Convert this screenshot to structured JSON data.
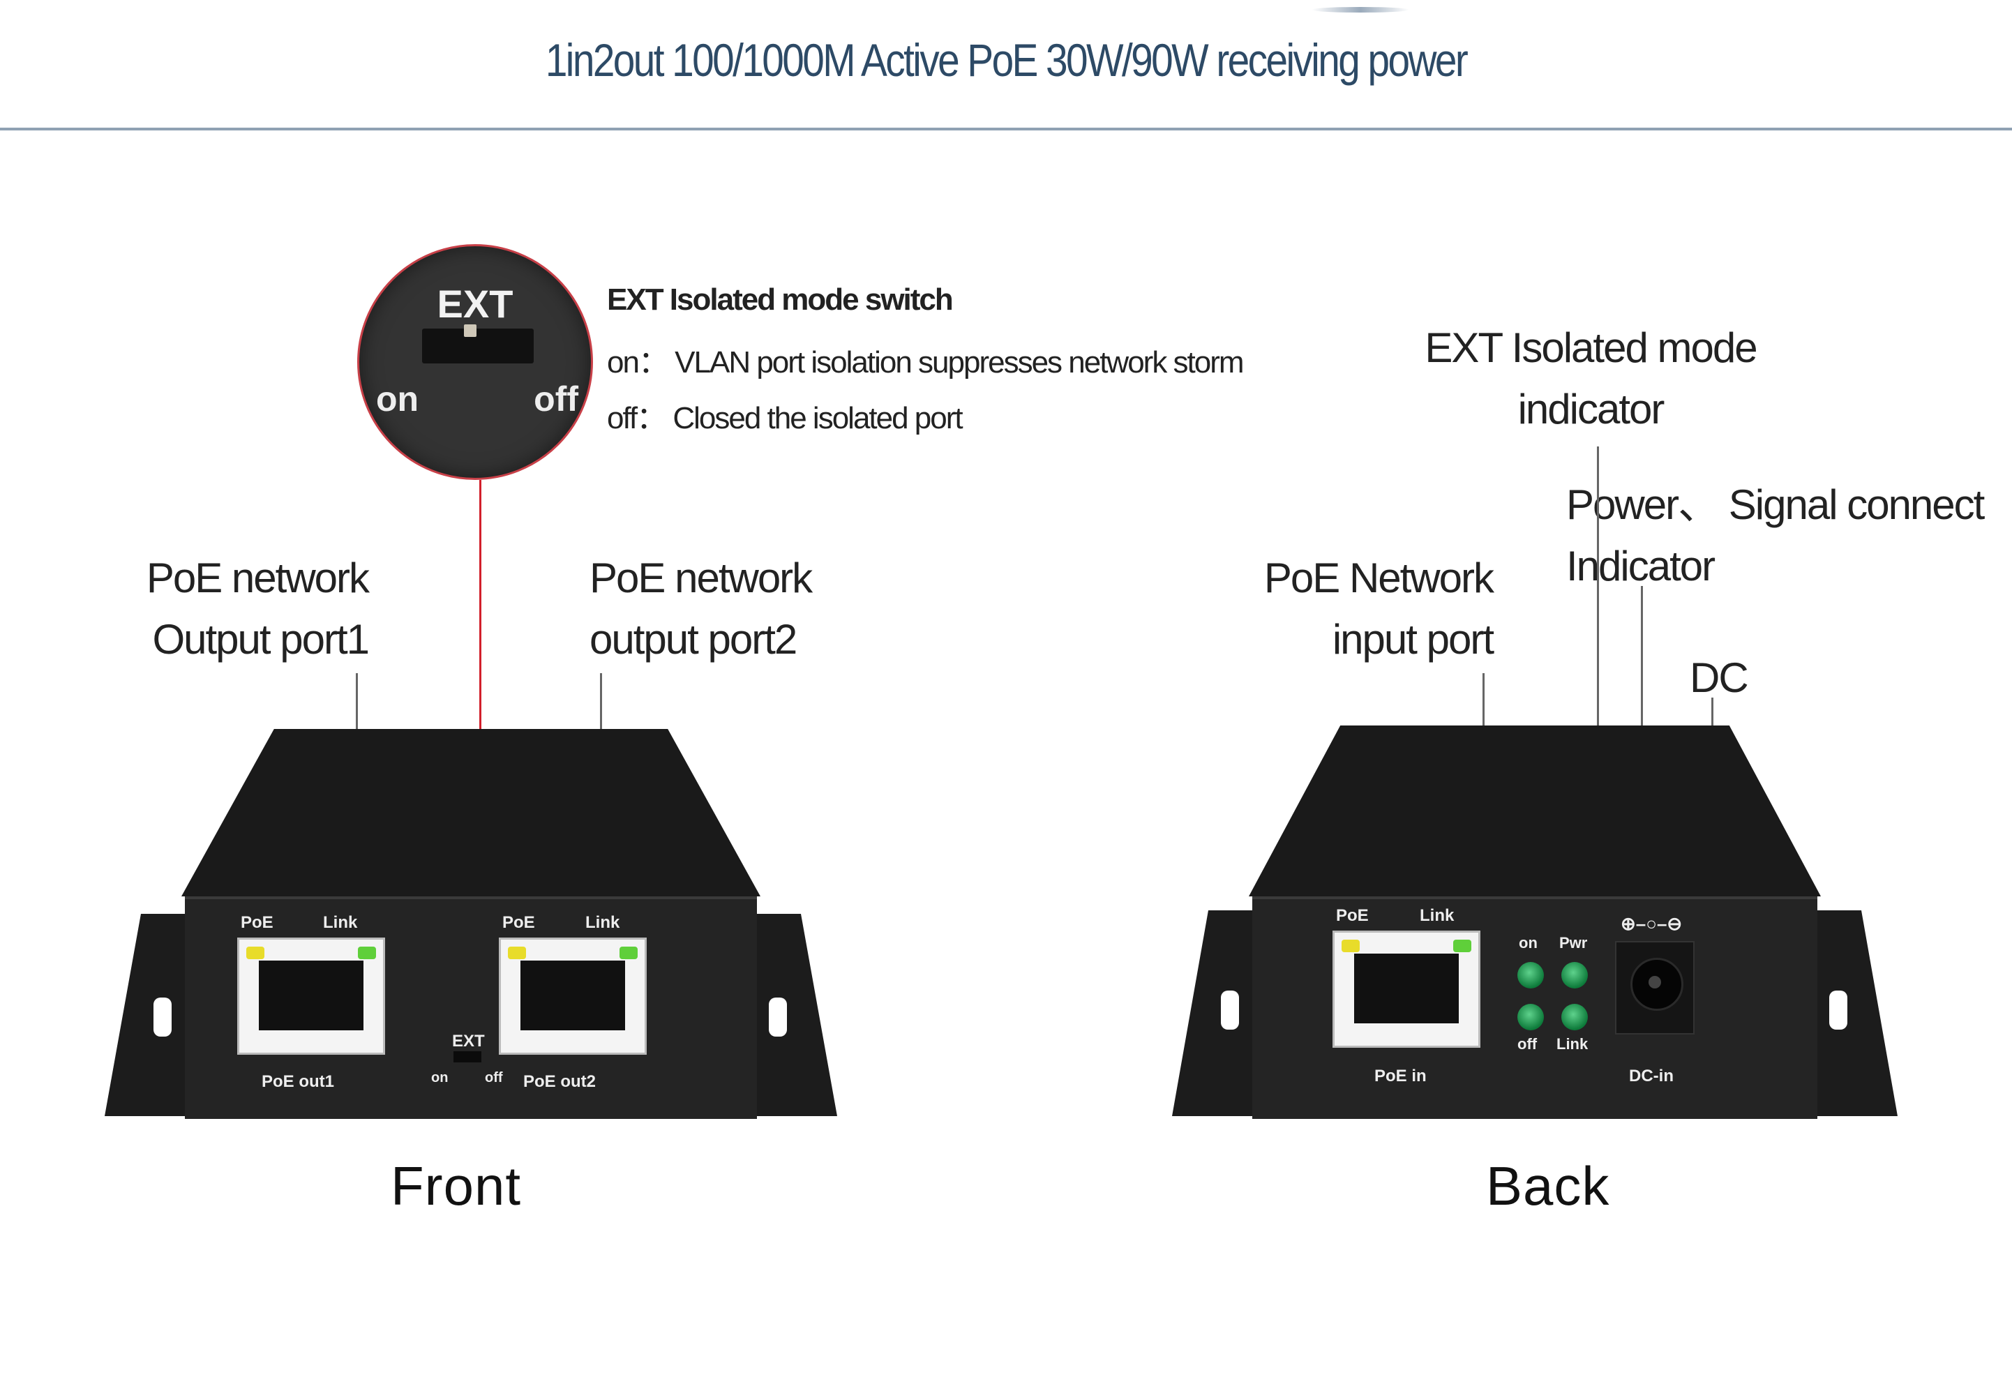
{
  "header": {
    "title": "1in2out 100/1000M Active PoE  30W/90W receiving power"
  },
  "ext_switch_callout": {
    "magnifier": {
      "label": "EXT",
      "on_label": "on",
      "off_label": "off"
    },
    "heading": "EXT Isolated mode switch",
    "lines": [
      "on： VLAN port isolation suppresses network storm",
      "off： Closed the isolated port"
    ]
  },
  "front": {
    "caption": "Front",
    "callouts": {
      "port1": [
        "PoE network",
        "Output port1"
      ],
      "port2": [
        "PoE network",
        "output port2"
      ]
    },
    "panel": {
      "port1": {
        "led_left": "PoE",
        "led_right": "Link",
        "label": "PoE  out1"
      },
      "port2": {
        "led_left": "PoE",
        "led_right": "Link",
        "label": "PoE  out2"
      },
      "switch": {
        "label": "EXT",
        "on": "on",
        "off": "off"
      }
    }
  },
  "back": {
    "caption": "Back",
    "callouts": {
      "input_port": [
        "PoE Network",
        "input port"
      ],
      "ext_indicator": [
        "EXT Isolated mode",
        "indicator"
      ],
      "power_signal": [
        "Power、 Signal connect",
        "Indicator"
      ],
      "dc": "DC"
    },
    "panel": {
      "port_in": {
        "led_left": "PoE",
        "led_right": "Link",
        "label": "PoE  in"
      },
      "indicators": {
        "top_left": "on",
        "top_right": "Pwr",
        "bottom_left": "off",
        "bottom_right": "Link"
      },
      "dc_symbol": "⊕–○–⊖",
      "dc_label": "DC-in"
    }
  },
  "colors": {
    "title": "#2d4a66",
    "divider": "#8fa1b3",
    "leader_red": "#d21f2b",
    "led_yellow": "#e8dc2a",
    "led_green": "#5fcf3a"
  }
}
